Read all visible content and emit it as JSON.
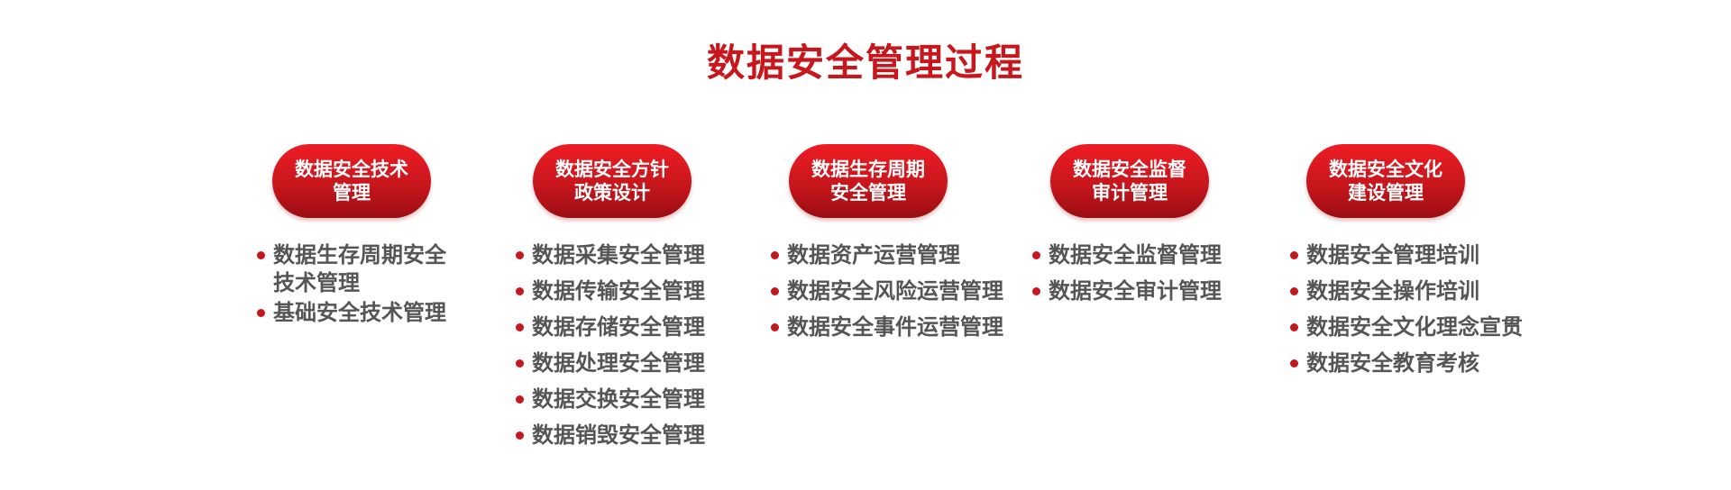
{
  "title": "数据安全管理过程",
  "colors": {
    "accent": "#c8161d",
    "text": "#555555"
  },
  "columns": [
    {
      "heading": [
        "数据安全技术",
        "管理"
      ],
      "items": [
        [
          "数据生存周期安全",
          "技术管理"
        ],
        [
          "基础安全技术管理"
        ]
      ]
    },
    {
      "heading": [
        "数据安全方针",
        "政策设计"
      ],
      "items": [
        [
          "数据采集安全管理"
        ],
        [
          "数据传输安全管理"
        ],
        [
          "数据存储安全管理"
        ],
        [
          "数据处理安全管理"
        ],
        [
          "数据交换安全管理"
        ],
        [
          "数据销毁安全管理"
        ]
      ]
    },
    {
      "heading": [
        "数据生存周期",
        "安全管理"
      ],
      "items": [
        [
          "数据资产运营管理"
        ],
        [
          "数据安全风险运营管理"
        ],
        [
          "数据安全事件运营管理"
        ]
      ]
    },
    {
      "heading": [
        "数据安全监督",
        "审计管理"
      ],
      "items": [
        [
          "数据安全监督管理"
        ],
        [
          "数据安全审计管理"
        ]
      ]
    },
    {
      "heading": [
        "数据安全文化",
        "建设管理"
      ],
      "items": [
        [
          "数据安全管理培训"
        ],
        [
          "数据安全操作培训"
        ],
        [
          "数据安全文化理念宣贯"
        ],
        [
          "数据安全教育考核"
        ]
      ]
    }
  ]
}
